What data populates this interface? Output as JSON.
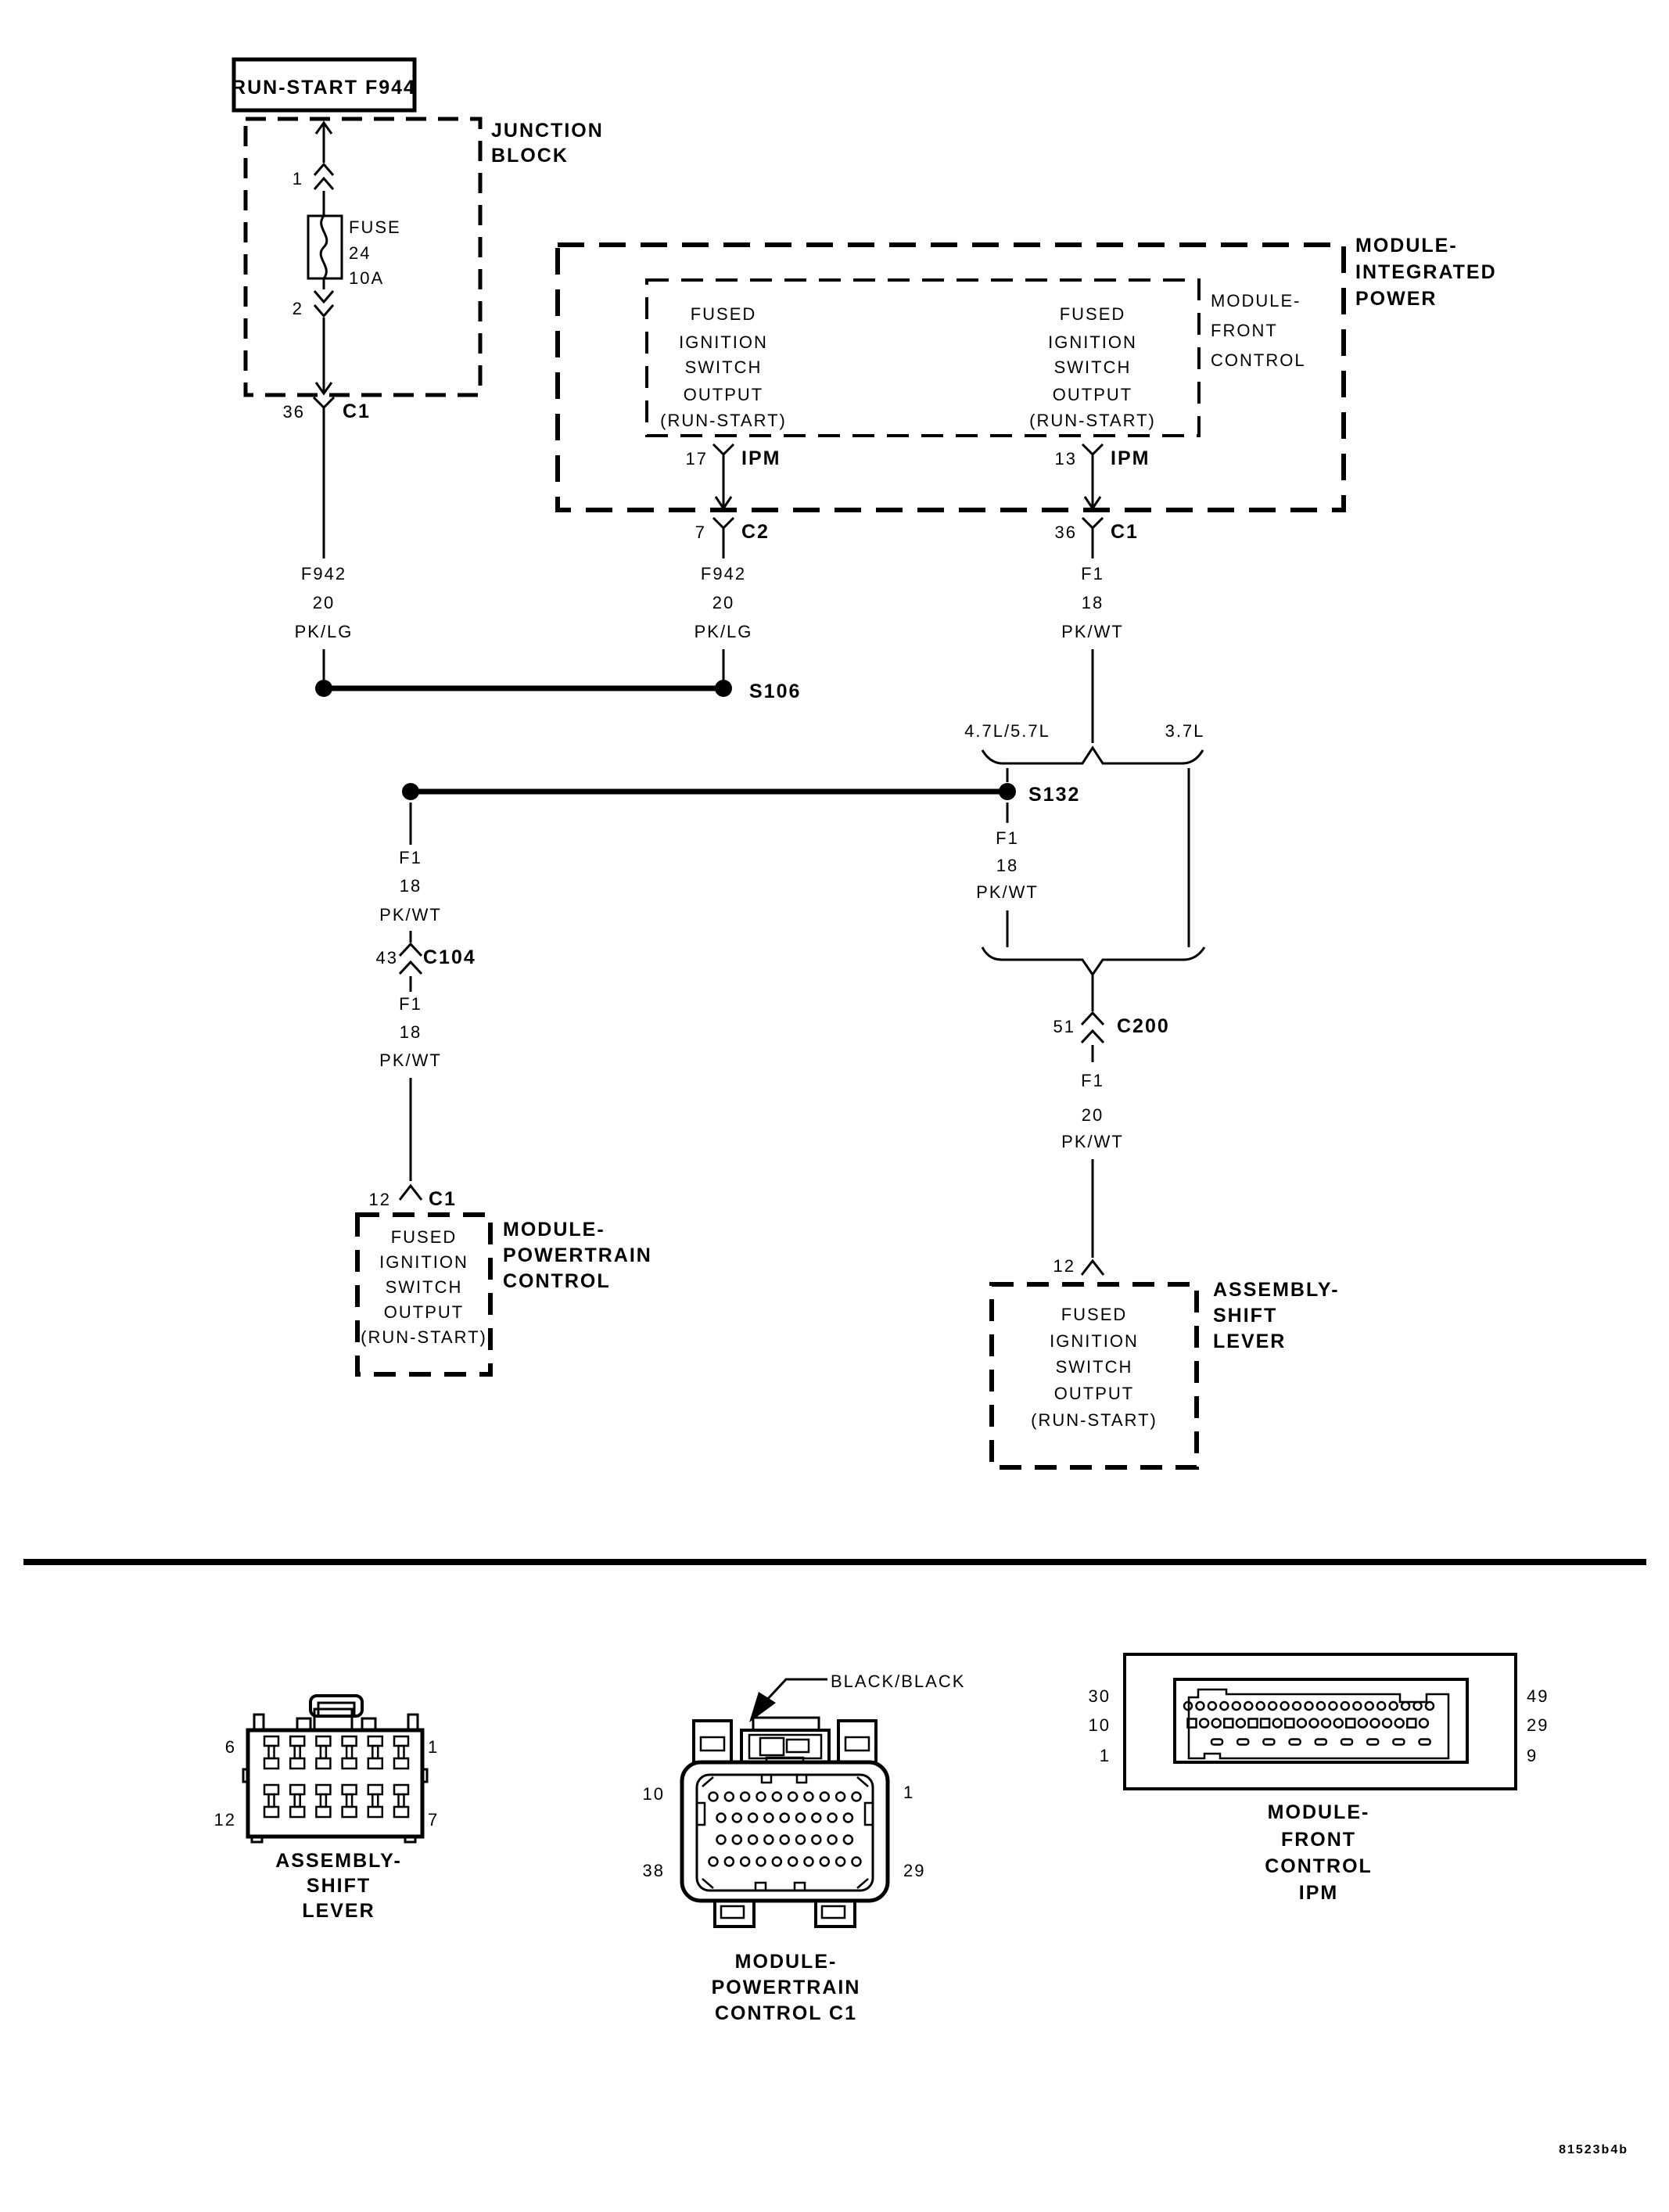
{
  "title": "RUN-START F944",
  "figure_id": "81523b4b",
  "junction_block": {
    "label": [
      "JUNCTION",
      "BLOCK"
    ],
    "pin_in": "1",
    "pin_out": "2",
    "fuse_name": "FUSE",
    "fuse_number": "24",
    "fuse_rating": "10A",
    "out_pin": "36",
    "out_connector": "C1"
  },
  "integrated_power": {
    "label": [
      "MODULE-",
      "INTEGRATED",
      "POWER"
    ],
    "front_control_label": [
      "MODULE-",
      "FRONT",
      "CONTROL"
    ],
    "left_pin_desc": [
      "FUSED",
      "IGNITION",
      "SWITCH",
      "OUTPUT",
      "(RUN-START)"
    ],
    "right_pin_desc": [
      "FUSED",
      "IGNITION",
      "SWITCH",
      "OUTPUT",
      "(RUN-START)"
    ],
    "left_pin": "17",
    "left_pin_connector": "IPM",
    "right_pin": "13",
    "right_pin_connector": "IPM",
    "left_out_pin": "7",
    "left_out_connector": "C2",
    "right_out_pin": "36",
    "right_out_connector": "C1"
  },
  "wires": {
    "jb_to_s106": [
      "F942",
      "20",
      "PK/LG"
    ],
    "c2_to_s106": [
      "F942",
      "20",
      "PK/LG"
    ],
    "c1_to_branch": [
      "F1",
      "18",
      "PK/WT"
    ],
    "s132_down": [
      "F1",
      "18",
      "PK/WT"
    ],
    "s132_to_c104": [
      "F1",
      "18",
      "PK/WT"
    ],
    "c104_to_c1": [
      "F1",
      "18",
      "PK/WT"
    ],
    "c200_down": [
      "F1",
      "20",
      "PK/WT"
    ]
  },
  "splices": {
    "s106": "S106",
    "s132": "S132"
  },
  "engine_branches": {
    "left": "4.7L/5.7L",
    "right": "3.7L"
  },
  "c104": {
    "pin": "43",
    "name": "C104"
  },
  "c200": {
    "pin": "51",
    "name": "C200"
  },
  "powertrain_module": {
    "pin": "12",
    "connector": "C1",
    "desc": [
      "FUSED",
      "IGNITION",
      "SWITCH",
      "OUTPUT",
      "(RUN-START)"
    ],
    "label": [
      "MODULE-",
      "POWERTRAIN",
      "CONTROL"
    ]
  },
  "shift_lever_module": {
    "pin": "12",
    "desc": [
      "FUSED",
      "IGNITION",
      "SWITCH",
      "OUTPUT",
      "(RUN-START)"
    ],
    "label": [
      "ASSEMBLY-",
      "SHIFT",
      "LEVER"
    ]
  },
  "connector_views": {
    "shift_lever": {
      "label": [
        "ASSEMBLY-",
        "SHIFT",
        "LEVER"
      ],
      "pin_top_left": "6",
      "pin_top_right": "1",
      "pin_bottom_left": "12",
      "pin_bottom_right": "7",
      "columns": 6,
      "rows": 2
    },
    "pcm_c1": {
      "wire_color": "BLACK/BLACK",
      "label": [
        "MODULE-",
        "POWERTRAIN",
        "CONTROL C1"
      ],
      "pin_top_left": "10",
      "pin_top_right": "1",
      "pin_bottom_left": "38",
      "pin_bottom_right": "29",
      "pin_rows": [
        10,
        9,
        9,
        10
      ]
    },
    "ipm": {
      "label": [
        "MODULE-",
        "FRONT",
        "CONTROL",
        "IPM"
      ],
      "left_pins": [
        "30",
        "10",
        "1"
      ],
      "right_pins": [
        "49",
        "29",
        "9"
      ],
      "top_row_count": 21,
      "mid_row_pattern": "sccscsscsccccsccccsc",
      "slot_count": 9
    }
  }
}
